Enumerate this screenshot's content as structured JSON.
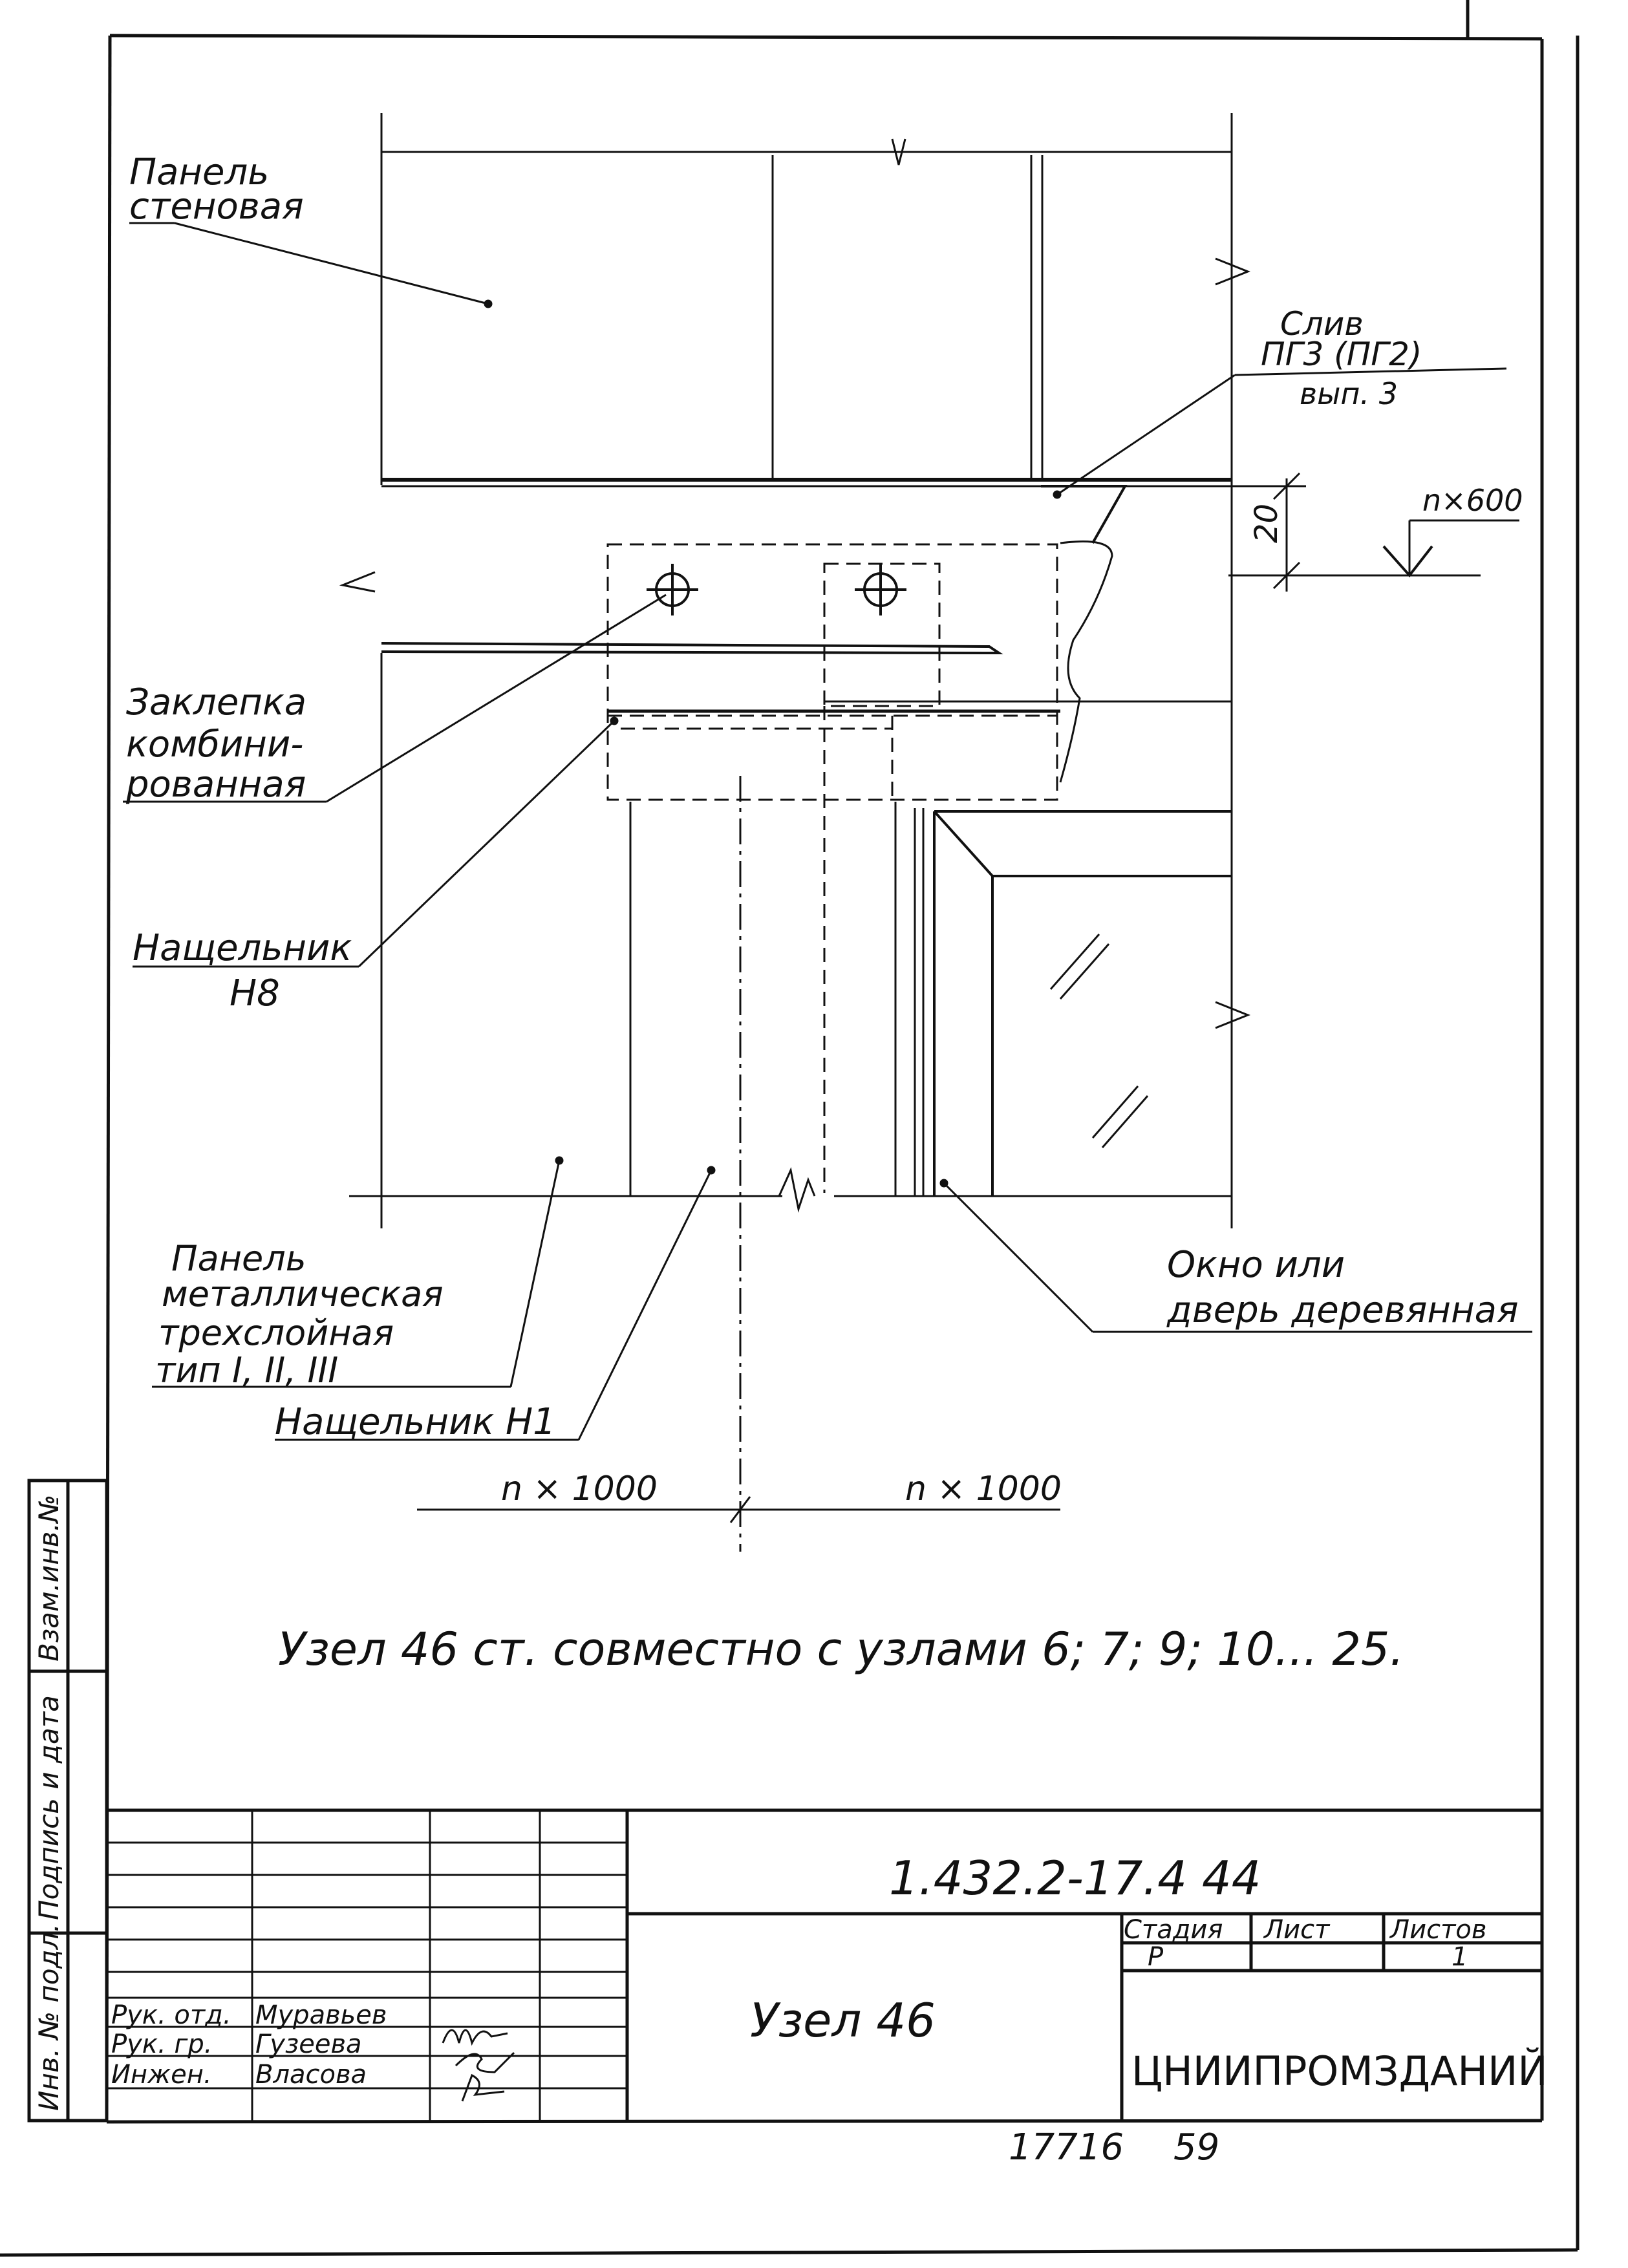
{
  "labels": {
    "panel_wall_1": "Панель",
    "panel_wall_2": "стеновая",
    "sliv_1": "Слив",
    "sliv_2": "ПГ3 (ПГ2)",
    "sliv_3": "вып. 3",
    "dim_20": "20",
    "dim_n600": "n×600",
    "rivet_1": "Заклепка",
    "rivet_2": "комбини-",
    "rivet_3": "рованная",
    "nash_h8_1": "Нащельник",
    "nash_h8_2": "Н8",
    "panel_metal_1": "Панель",
    "panel_metal_2": "металлическая",
    "panel_metal_3": "трехслойная",
    "panel_metal_4": "тип I, II, III",
    "nash_h1": "Нащельник Н1",
    "window_1": "Окно или",
    "window_2": "дверь деревянная",
    "dim_left": "n × 1000",
    "dim_right": "n × 1000",
    "caption": "Узел 46 ст.  совместно  с узлами  6; 7; 9; 10... 25."
  },
  "side_stamp": {
    "vzam": "Взам.инв.№",
    "podpis": "Подпись и дата",
    "inv": "Инв. № подл."
  },
  "title_block": {
    "doc_code": "1.432.2-17.4  44",
    "title": "Узел 46",
    "stage_hdr": "Стадия",
    "sheet_hdr": "Лист",
    "sheets_hdr": "Листов",
    "stage_val": "Р",
    "sheets_val": "1",
    "org": "ЦНИИПРОМЗДАНИЙ",
    "role1": "Рук. отд.",
    "name1": "Муравьев",
    "role2": "Рук. гр.",
    "name2": "Гузеева",
    "role3": "Инжен.",
    "name3": "Власова",
    "bottom_no": "17716",
    "bottom_page": "59"
  }
}
